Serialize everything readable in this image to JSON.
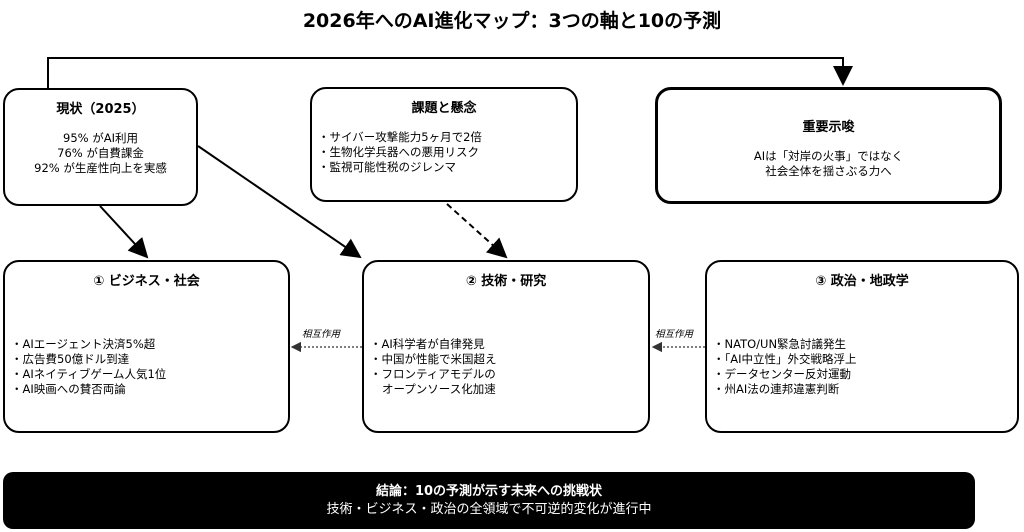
{
  "title": "2026年へのAI進化マップ：3つの軸と10の予測",
  "current": {
    "heading": "現状（2025）",
    "lines": [
      "95% がAI利用",
      "76% が自費課金",
      "92% が生産性向上を実感"
    ]
  },
  "concerns": {
    "heading": "課題と懸念",
    "items": [
      "サイバー攻撃能力5ヶ月で2倍",
      "生物化学兵器への悪用リスク",
      "監視可能性税のジレンマ"
    ]
  },
  "implication": {
    "heading": "重要示唆",
    "lines": [
      "AIは「対岸の火事」ではなく",
      "社会全体を揺さぶる力へ"
    ]
  },
  "business": {
    "heading": "① ビジネス・社会",
    "items": [
      "AIエージェント決済5%超",
      "広告費50億ドル到達",
      "AIネイティブゲーム人気1位",
      "AI映画への賛否両論"
    ]
  },
  "tech": {
    "heading": "② 技術・研究",
    "items": [
      "AI科学者が自律発見",
      "中国が性能で米国超え",
      "フロンティアモデルの"
    ],
    "continuation": "オープンソース化加速"
  },
  "politics": {
    "heading": "③ 政治・地政学",
    "items": [
      "NATO/UN緊急討議発生",
      "「AI中立性」外交戦略浮上",
      "データセンター反対運動",
      "州AI法の連邦違憲判断"
    ]
  },
  "interaction_label": "相互作用",
  "footer": {
    "line1": "結論：10の予測が示す未来への挑戦状",
    "line2": "技術・ビジネス・政治の全領域で不可逆的変化が進行中"
  }
}
